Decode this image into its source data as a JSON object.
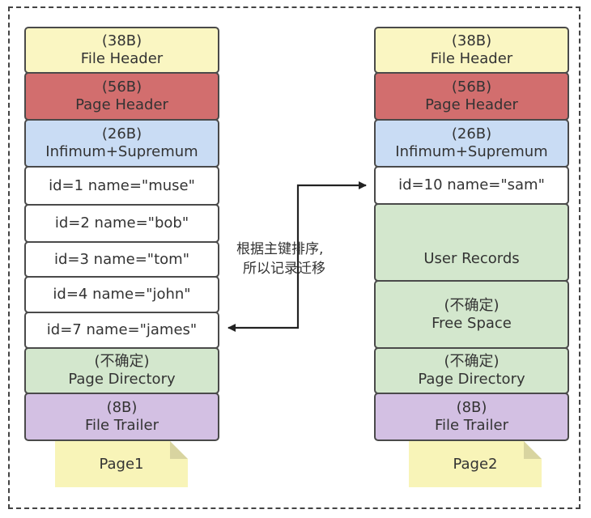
{
  "page1": {
    "file_header": {
      "size": "(38B)",
      "label": "File Header"
    },
    "page_header": {
      "size": "(56B)",
      "label": "Page Header"
    },
    "infimum": {
      "size": "(26B)",
      "label": "Infimum+Supremum"
    },
    "records": [
      "id=1 name=\"muse\"",
      "id=2 name=\"bob\"",
      "id=3 name=\"tom\"",
      "id=4 name=\"john\"",
      "id=7 name=\"james\""
    ],
    "page_directory": {
      "size": "(不确定)",
      "label": "Page Directory"
    },
    "file_trailer": {
      "size": "(8B)",
      "label": "File Trailer"
    },
    "name": "Page1"
  },
  "page2": {
    "file_header": {
      "size": "(38B)",
      "label": "File Header"
    },
    "page_header": {
      "size": "(56B)",
      "label": "Page Header"
    },
    "infimum": {
      "size": "(26B)",
      "label": "Infimum+Supremum"
    },
    "records": [
      "id=10 name=\"sam\""
    ],
    "user_records": "User Records",
    "free_space": {
      "size": "(不确定)",
      "label": "Free Space"
    },
    "page_directory": {
      "size": "(不确定)",
      "label": "Page Directory"
    },
    "file_trailer": {
      "size": "(8B)",
      "label": "File Trailer"
    },
    "name": "Page2"
  },
  "migration_label": {
    "line1": "根据主键排序,",
    "line2": "所以记录迁移"
  }
}
